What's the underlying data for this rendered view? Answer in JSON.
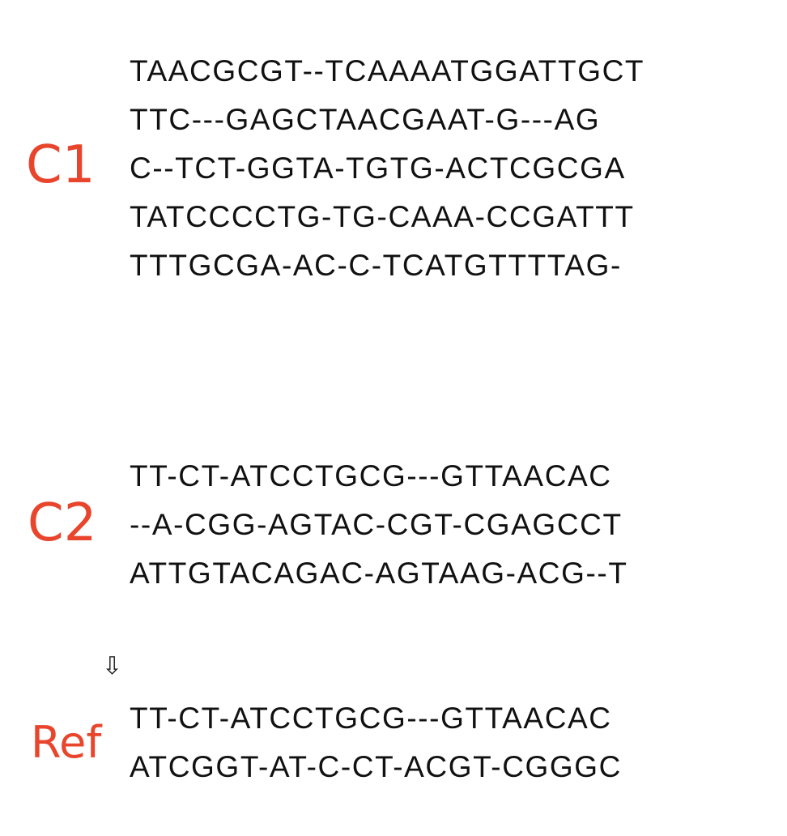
{
  "groups": {
    "c1": {
      "label": "C1",
      "lines": [
        "TAACGCGT--TCAAAATGGATTGCT",
        "TTC---GAGCTAACGAAT-G---AG",
        "C--TCT-GGTA-TGTG-ACTCGCGA",
        "TATCCCCTG-TG-CAAA-CCGATTT",
        "TTTGCGA-AC-C-TCATGTTTTAG-"
      ]
    },
    "c2": {
      "label": "C2",
      "lines": [
        "TT-CT-ATCCTGCG---GTTAACAC",
        "--A-CGG-AGTAC-CGT-CGAGCCT",
        "ATTGTACAGAC-AGTAAG-ACG--T"
      ]
    },
    "ref": {
      "label": "Ref",
      "lines": [
        "TT-CT-ATCCTGCG---GTTAACAC",
        "ATCGGT-AT-C-CT-ACGT-CGGGC"
      ]
    }
  },
  "arrow_glyph": "⇩",
  "colors": {
    "label": "#e8452c",
    "sequence_text": "#111111"
  }
}
